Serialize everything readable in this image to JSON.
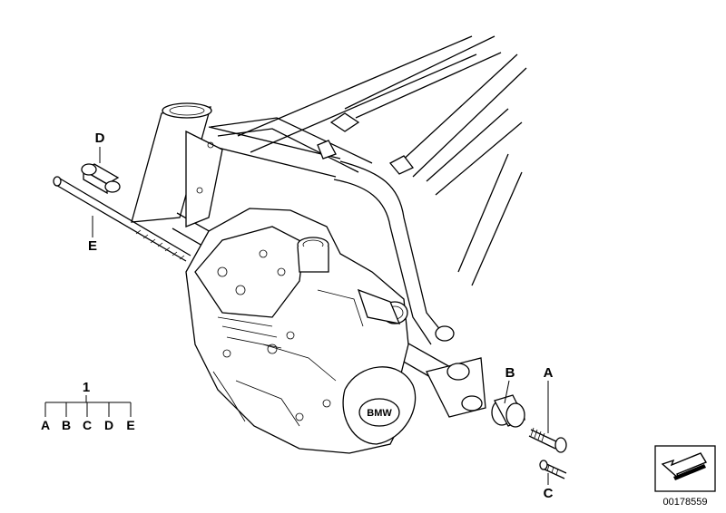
{
  "callouts": {
    "a": "A",
    "b": "B",
    "c": "C",
    "d": "D",
    "e": "E"
  },
  "kit": {
    "number": "1",
    "items": [
      "A",
      "B",
      "C",
      "D",
      "E"
    ]
  },
  "diagram_number": "00178559",
  "engine_badge": "BMW"
}
